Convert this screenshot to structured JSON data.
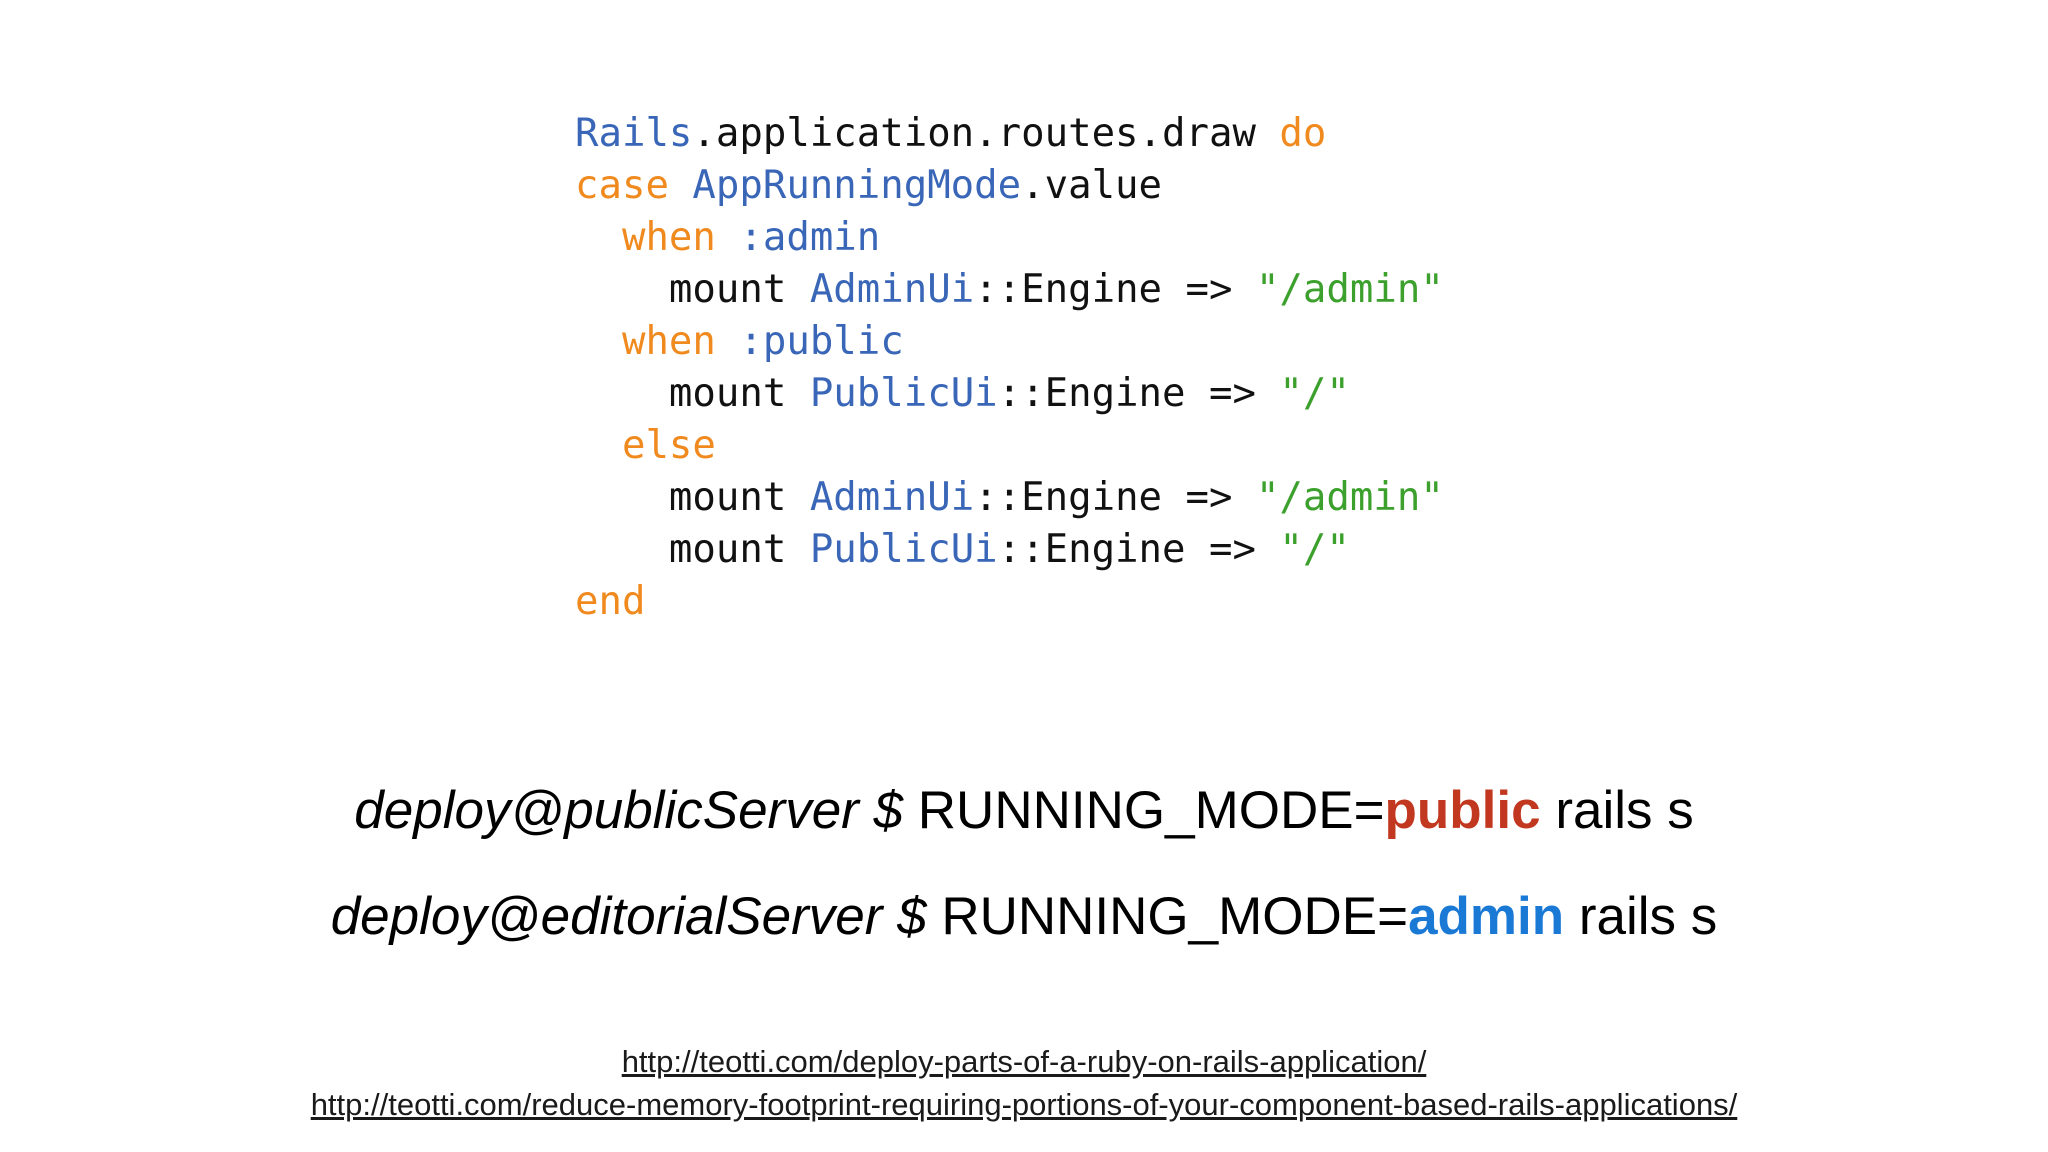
{
  "slide": {
    "background_color": "#ffffff"
  },
  "code_block": {
    "language": "ruby",
    "palette": {
      "plain": "#111111",
      "keyword": "#f08a1e",
      "constant": "#3a66b8",
      "string": "#3ca02c"
    },
    "lines": [
      {
        "tokens": [
          {
            "text": "Rails",
            "color": "constant"
          },
          {
            "text": ".application.routes.draw ",
            "color": "plain"
          },
          {
            "text": "do",
            "color": "keyword"
          }
        ]
      },
      {
        "tokens": [
          {
            "text": "case",
            "color": "keyword"
          },
          {
            "text": " ",
            "color": "plain"
          },
          {
            "text": "AppRunningMode",
            "color": "constant"
          },
          {
            "text": ".value",
            "color": "plain"
          }
        ]
      },
      {
        "tokens": [
          {
            "text": "  ",
            "color": "plain"
          },
          {
            "text": "when",
            "color": "keyword"
          },
          {
            "text": " ",
            "color": "plain"
          },
          {
            "text": ":admin",
            "color": "constant"
          }
        ]
      },
      {
        "tokens": [
          {
            "text": "    mount ",
            "color": "plain"
          },
          {
            "text": "AdminUi",
            "color": "constant"
          },
          {
            "text": "::Engine => ",
            "color": "plain"
          },
          {
            "text": "\"/admin\"",
            "color": "string"
          }
        ]
      },
      {
        "tokens": [
          {
            "text": "  ",
            "color": "plain"
          },
          {
            "text": "when",
            "color": "keyword"
          },
          {
            "text": " ",
            "color": "plain"
          },
          {
            "text": ":public",
            "color": "constant"
          }
        ]
      },
      {
        "tokens": [
          {
            "text": "    mount ",
            "color": "plain"
          },
          {
            "text": "PublicUi",
            "color": "constant"
          },
          {
            "text": "::Engine => ",
            "color": "plain"
          },
          {
            "text": "\"/\"",
            "color": "string"
          }
        ]
      },
      {
        "tokens": [
          {
            "text": "  ",
            "color": "plain"
          },
          {
            "text": "else",
            "color": "keyword"
          }
        ]
      },
      {
        "tokens": [
          {
            "text": "    mount ",
            "color": "plain"
          },
          {
            "text": "AdminUi",
            "color": "constant"
          },
          {
            "text": "::Engine => ",
            "color": "plain"
          },
          {
            "text": "\"/admin\"",
            "color": "string"
          }
        ]
      },
      {
        "tokens": [
          {
            "text": "    mount ",
            "color": "plain"
          },
          {
            "text": "PublicUi",
            "color": "constant"
          },
          {
            "text": "::Engine => ",
            "color": "plain"
          },
          {
            "text": "\"/\"",
            "color": "string"
          }
        ]
      },
      {
        "tokens": [
          {
            "text": "end",
            "color": "keyword"
          }
        ]
      }
    ]
  },
  "commands": [
    {
      "name": "public-server",
      "segments": [
        {
          "text": "deploy@publicServer $ ",
          "role": "prompt"
        },
        {
          "text": "RUNNING_MODE=",
          "role": "plain"
        },
        {
          "text": "public",
          "role": "emphasis",
          "color": "#c2371f"
        },
        {
          "text": " rails s",
          "role": "plain"
        }
      ]
    },
    {
      "name": "editorial-server",
      "segments": [
        {
          "text": "deploy@editorialServer $ ",
          "role": "prompt"
        },
        {
          "text": "RUNNING_MODE=",
          "role": "plain"
        },
        {
          "text": "admin",
          "role": "emphasis",
          "color": "#1b79d6"
        },
        {
          "text": " rails s",
          "role": "plain"
        }
      ]
    }
  ],
  "links": [
    {
      "text": "http://teotti.com/deploy-parts-of-a-ruby-on-rails-application/"
    },
    {
      "text": "http://teotti.com/reduce-memory-footprint-requiring-portions-of-your-component-based-rails-applications/"
    }
  ]
}
